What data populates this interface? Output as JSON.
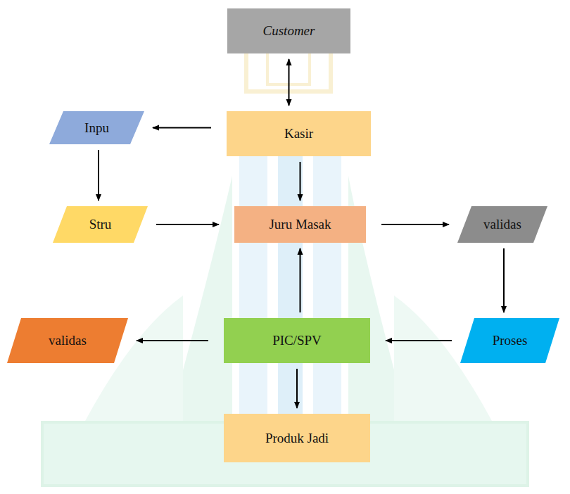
{
  "diagram": {
    "nodes": [
      {
        "text": [
          "Customer"
        ]
      },
      {
        "text": [
          "Inpu"
        ]
      },
      {
        "text": [
          "Kasir"
        ]
      },
      {
        "text": [
          "Stru"
        ]
      },
      {
        "text": [
          "Juru Masak"
        ]
      },
      {
        "text": [
          "validas"
        ]
      },
      {
        "text": [
          "validas"
        ]
      },
      {
        "text": [
          "PIC/SPV"
        ]
      },
      {
        "text": [
          "Proses"
        ]
      },
      {
        "text": [
          "Produk Jadi"
        ]
      }
    ],
    "edges": [
      {
        "from": 0,
        "to": 2,
        "arrow": "both"
      },
      {
        "from": 2,
        "to": 1,
        "arrow": "to"
      },
      {
        "from": 2,
        "to": 4,
        "arrow": "to"
      },
      {
        "from": 1,
        "to": 3,
        "arrow": "to"
      },
      {
        "from": 3,
        "to": 4,
        "arrow": "to"
      },
      {
        "from": 4,
        "to": 5,
        "arrow": "to"
      },
      {
        "from": 5,
        "to": 8,
        "arrow": "to"
      },
      {
        "from": 8,
        "to": 7,
        "arrow": "to"
      },
      {
        "from": 7,
        "to": 4,
        "arrow": "to"
      },
      {
        "from": 7,
        "to": 6,
        "arrow": "to"
      },
      {
        "from": 7,
        "to": 9,
        "arrow": "to"
      }
    ]
  }
}
